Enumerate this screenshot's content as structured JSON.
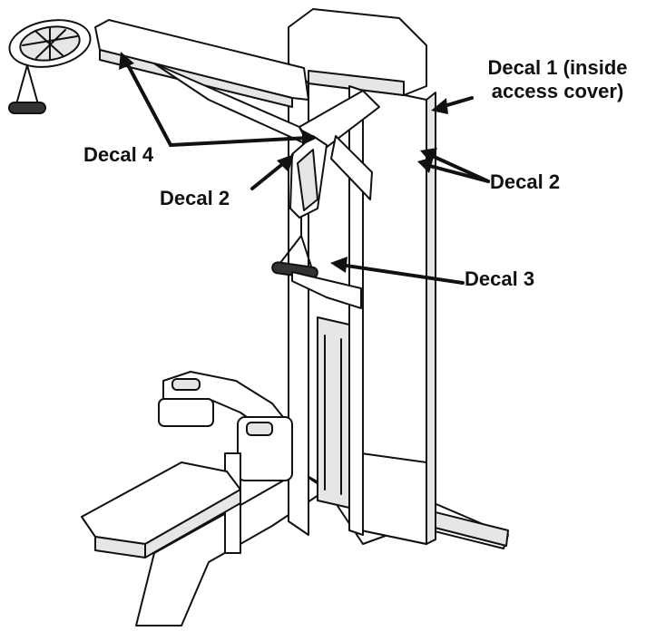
{
  "callouts": {
    "decal1_line1": "Decal 1 (inside",
    "decal1_line2": "access cover)",
    "decal2_right": "Decal 2",
    "decal2_left": "Decal 2",
    "decal3": "Decal 3",
    "decal4": "Decal 4"
  }
}
